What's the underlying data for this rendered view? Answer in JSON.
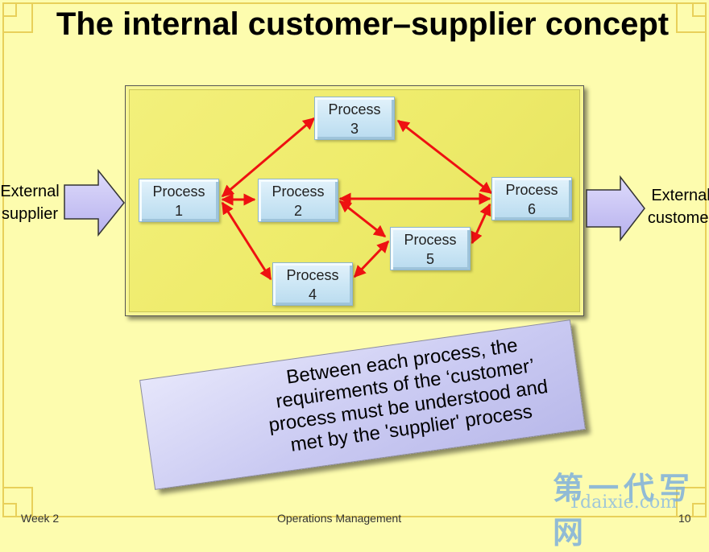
{
  "slide": {
    "title": "The internal customer–supplier concept"
  },
  "diagram": {
    "processes": [
      {
        "line1": "Process",
        "line2": "1"
      },
      {
        "line1": "Process",
        "line2": "2"
      },
      {
        "line1": "Process",
        "line2": "3"
      },
      {
        "line1": "Process",
        "line2": "4"
      },
      {
        "line1": "Process",
        "line2": "5"
      },
      {
        "line1": "Process",
        "line2": "6"
      }
    ],
    "external_supplier": {
      "line1": "External",
      "line2": "supplier"
    },
    "external_customer": {
      "line1": "External",
      "line2": "customer"
    }
  },
  "callout": {
    "text": "Between each process, the requirements of the ‘customer’ process must be understood and met by the 'supplier' process"
  },
  "footer": {
    "left": "Week 2",
    "center": "Operations Management",
    "right": "10"
  },
  "watermark": {
    "chinese": "第一代写网",
    "url": "1daixie.com"
  },
  "colors": {
    "background": "#fdfcae",
    "panel": "#eeeb6a",
    "process_box": "#cfe8f6",
    "connector": "#ee1111",
    "callout": "#cacaf2",
    "block_arrow": "#c9c4f4"
  }
}
